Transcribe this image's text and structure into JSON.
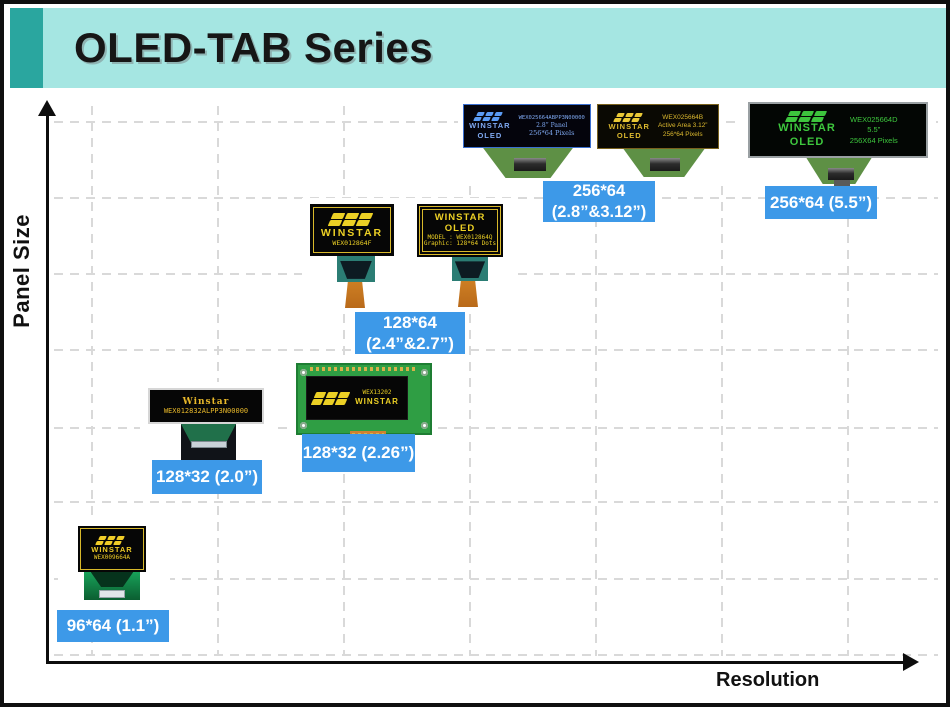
{
  "header": {
    "title": "OLED-TAB Series"
  },
  "axes": {
    "y_label": "Panel Size",
    "x_label": "Resolution"
  },
  "colors": {
    "header_bar": "#a5e6e2",
    "header_square": "#2aa69f",
    "badge_blue": "#3d99e8",
    "grid_gray": "#d9d9d9",
    "oled_yellow": "#f0cd28",
    "oled_blue": "#6ea8f7",
    "oled_green": "#3dc43d"
  },
  "modules": {
    "oled_96x64": {
      "brand": "WINSTAR",
      "model": "WEX009664A",
      "badge": "96*64 (1.1”)"
    },
    "oled_128x32_tab": {
      "brand": "Winstar",
      "model": "WEX012832ALPP3N00000",
      "badge": "128*32 (2.0”)"
    },
    "oled_128x32_pcb": {
      "model": "WEX13202",
      "brand": "WINSTAR",
      "badge": "128*32 (2.26”)"
    },
    "oled_128x64_f": {
      "brand": "WINSTAR",
      "model": "WEX012864F"
    },
    "oled_128x64_q": {
      "brand_line1": "WINSTAR",
      "brand_line2": "OLED",
      "model_line": "MODEL : WEX012864Q",
      "graphic_line": "Graphic: 128*64 Dots"
    },
    "badge_128x64_line1": "128*64",
    "badge_128x64_line2": "(2.4”&2.7”)",
    "oled_256x64_28": {
      "brand_line1": "WINSTAR",
      "brand_line2": "OLED",
      "model": "WEX025664ABPP3N00000",
      "size_line": "2.8” Panel",
      "pixels_line": "256*64 Pixels"
    },
    "oled_256x64_312": {
      "brand_line1": "WINSTAR",
      "brand_line2": "OLED",
      "model": "WEX025664B",
      "size_line": "Active Area 3.12”",
      "pixels_line": "256*64 Pixels"
    },
    "badge_256x64_line1": "256*64",
    "badge_256x64_line2": "(2.8”&3.12”)",
    "oled_256x64_55": {
      "brand_line1": "WINSTAR",
      "brand_line2": "OLED",
      "model": "WEX025664D",
      "size_line": "5.5”",
      "pixels_line": "256X64 Pixels",
      "badge": "256*64 (5.5”)"
    }
  }
}
